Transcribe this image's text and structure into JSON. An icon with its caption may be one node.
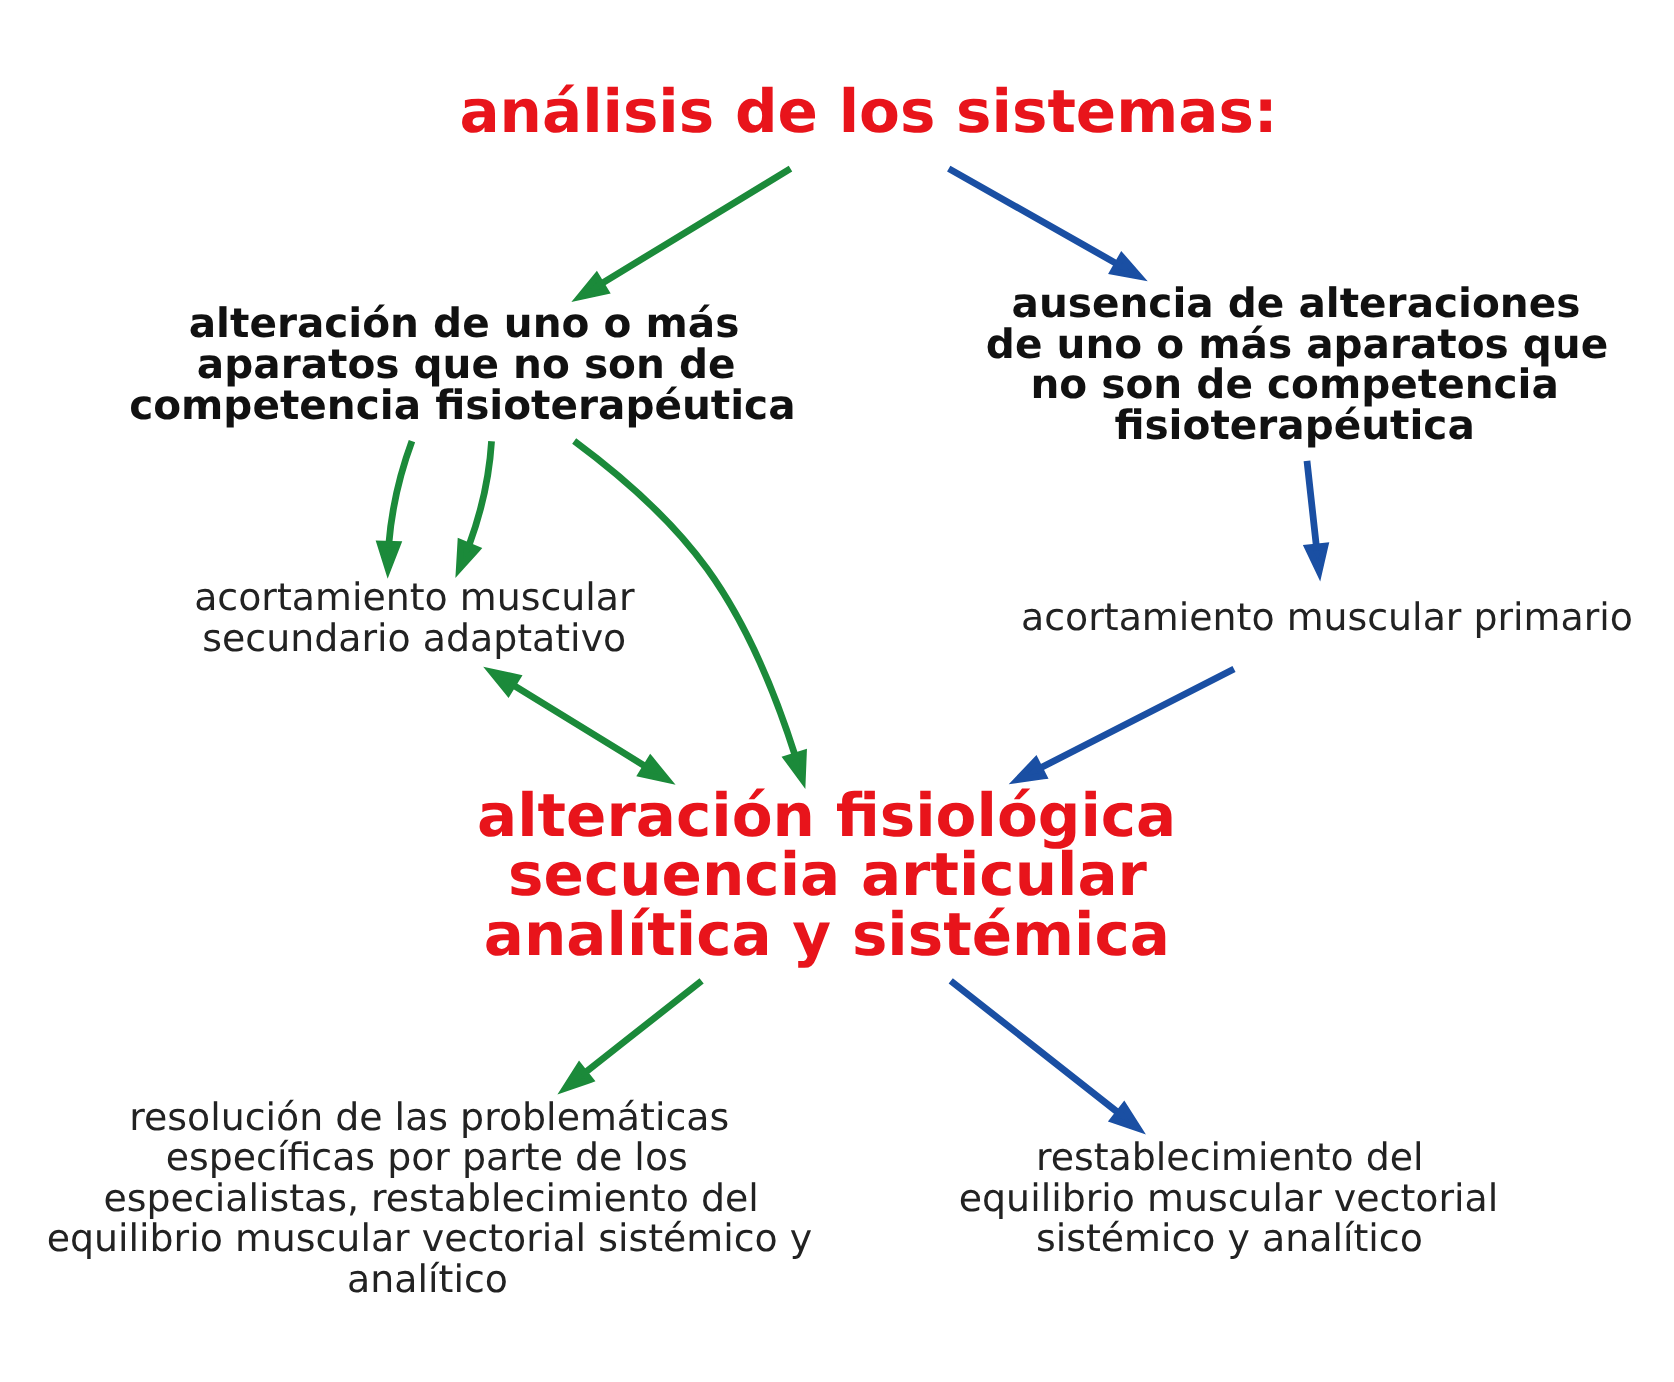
{
  "diagram": {
    "nodes": [
      {
        "text": [
          "análisis de los sistemas:"
        ]
      },
      {
        "text": [
          "alteración de uno o más aparatos que no son de competencia fisioterapéutica"
        ]
      },
      {
        "text": [
          "ausencia de alteraciones de uno o más aparatos que no son de competencia fisioterapéutica"
        ]
      },
      {
        "text": [
          "acortamiento muscular secundario adaptativo"
        ]
      },
      {
        "text": [
          "acortamiento muscular primario"
        ]
      },
      {
        "text": [
          "alteración fisiológica secuencia articular analítica y sistémica"
        ]
      },
      {
        "text": [
          "resolución de las problemáticas específicas por parte de los especialistas, restablecimiento del equilibrio muscular vectorial sistémico y analítico"
        ]
      },
      {
        "text": [
          "restablecimiento del equilibrio muscular vectorial sistémico y analítico"
        ]
      }
    ],
    "edges": [
      {
        "from": 0,
        "to": 1,
        "arrow": "to"
      },
      {
        "from": 0,
        "to": 2,
        "arrow": "to",
        "color": "#1a4fa3"
      },
      {
        "from": 1,
        "to": 3,
        "arrow": "to"
      },
      {
        "from": 1,
        "to": 3,
        "arrow": "to"
      },
      {
        "from": 1,
        "to": 5,
        "arrow": "to"
      },
      {
        "from": 2,
        "to": 4,
        "arrow": "to",
        "color": "#1a4fa3"
      },
      {
        "from": 4,
        "to": 5,
        "arrow": "to",
        "color": "#1a4fa3"
      },
      {
        "from": 3,
        "to": 5,
        "arrow": "both"
      },
      {
        "from": 5,
        "to": 6,
        "arrow": "to"
      },
      {
        "from": 5,
        "to": 7,
        "arrow": "to",
        "color": "#1a4fa3"
      }
    ]
  }
}
